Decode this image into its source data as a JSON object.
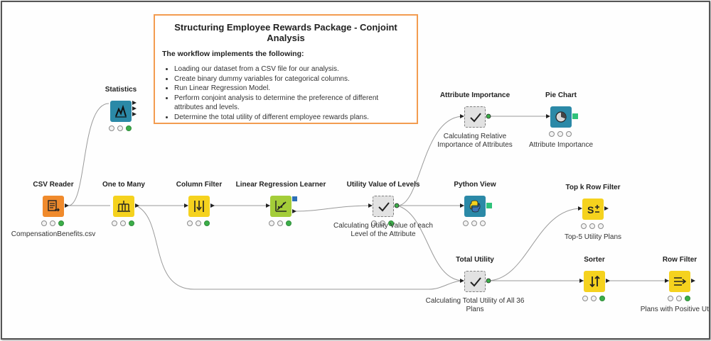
{
  "annotation": {
    "title": "Structuring Employee Rewards Package - Conjoint Analysis",
    "subtitle": "The workflow implements the following:",
    "bullets": [
      "Loading our dataset from a CSV file for our analysis.",
      "Create binary dummy variables for categorical columns.",
      "Run Linear Regression Model.",
      "Perform conjoint analysis to determine the preference of different attributes and levels.",
      "Determine the total utility of different employee rewards plans."
    ]
  },
  "nodes": {
    "csv_reader": {
      "title": "CSV Reader",
      "label": "CompensationBenefits.csv",
      "icon": "csv-reader-icon",
      "color": "#f08a2c"
    },
    "statistics": {
      "title": "Statistics",
      "label": "",
      "icon": "statistics-icon",
      "color": "#2b89a7"
    },
    "one_to_many": {
      "title": "One to Many",
      "label": "",
      "icon": "one-to-many-icon",
      "color": "#f5d21e"
    },
    "column_filter": {
      "title": "Column Filter",
      "label": "",
      "icon": "column-filter-icon",
      "color": "#f5d21e"
    },
    "linear_regression": {
      "title": "Linear Regression Learner",
      "label": "",
      "icon": "regression-icon",
      "color": "#a4cd39"
    },
    "utility_value": {
      "title": "Utility Value of Levels",
      "label": "Calculating Utility Value of each Level of the Attribute",
      "icon": "checkmark-icon",
      "color": "#e2e2e2"
    },
    "attribute_importance": {
      "title": "Attribute Importance",
      "label": "Calculating Relative Importance of Attributes",
      "icon": "checkmark-icon",
      "color": "#e2e2e2"
    },
    "pie_chart": {
      "title": "Pie Chart",
      "label": "Attribute Importance",
      "icon": "pie-chart-icon",
      "color": "#2b89a7"
    },
    "python_view": {
      "title": "Python View",
      "label": "",
      "icon": "python-icon",
      "color": "#2b89a7"
    },
    "top_k": {
      "title": "Top k Row Filter",
      "label": "Top-5 Utility Plans",
      "icon": "top-k-icon",
      "color": "#f5d21e"
    },
    "total_utility": {
      "title": "Total Utility",
      "label": "Calculating Total Utility of All 36 Plans",
      "icon": "checkmark-icon",
      "color": "#e2e2e2"
    },
    "sorter": {
      "title": "Sorter",
      "label": "",
      "icon": "sorter-icon",
      "color": "#f5d21e"
    },
    "row_filter": {
      "title": "Row Filter",
      "label": "Plans with Positive Utility",
      "icon": "row-filter-icon",
      "color": "#f5d21e"
    }
  },
  "colors": {
    "annotation_border": "#f39c50",
    "wire": "#9a9a9a",
    "status_ok": "#3cae49",
    "canvas_border": "#555555"
  }
}
